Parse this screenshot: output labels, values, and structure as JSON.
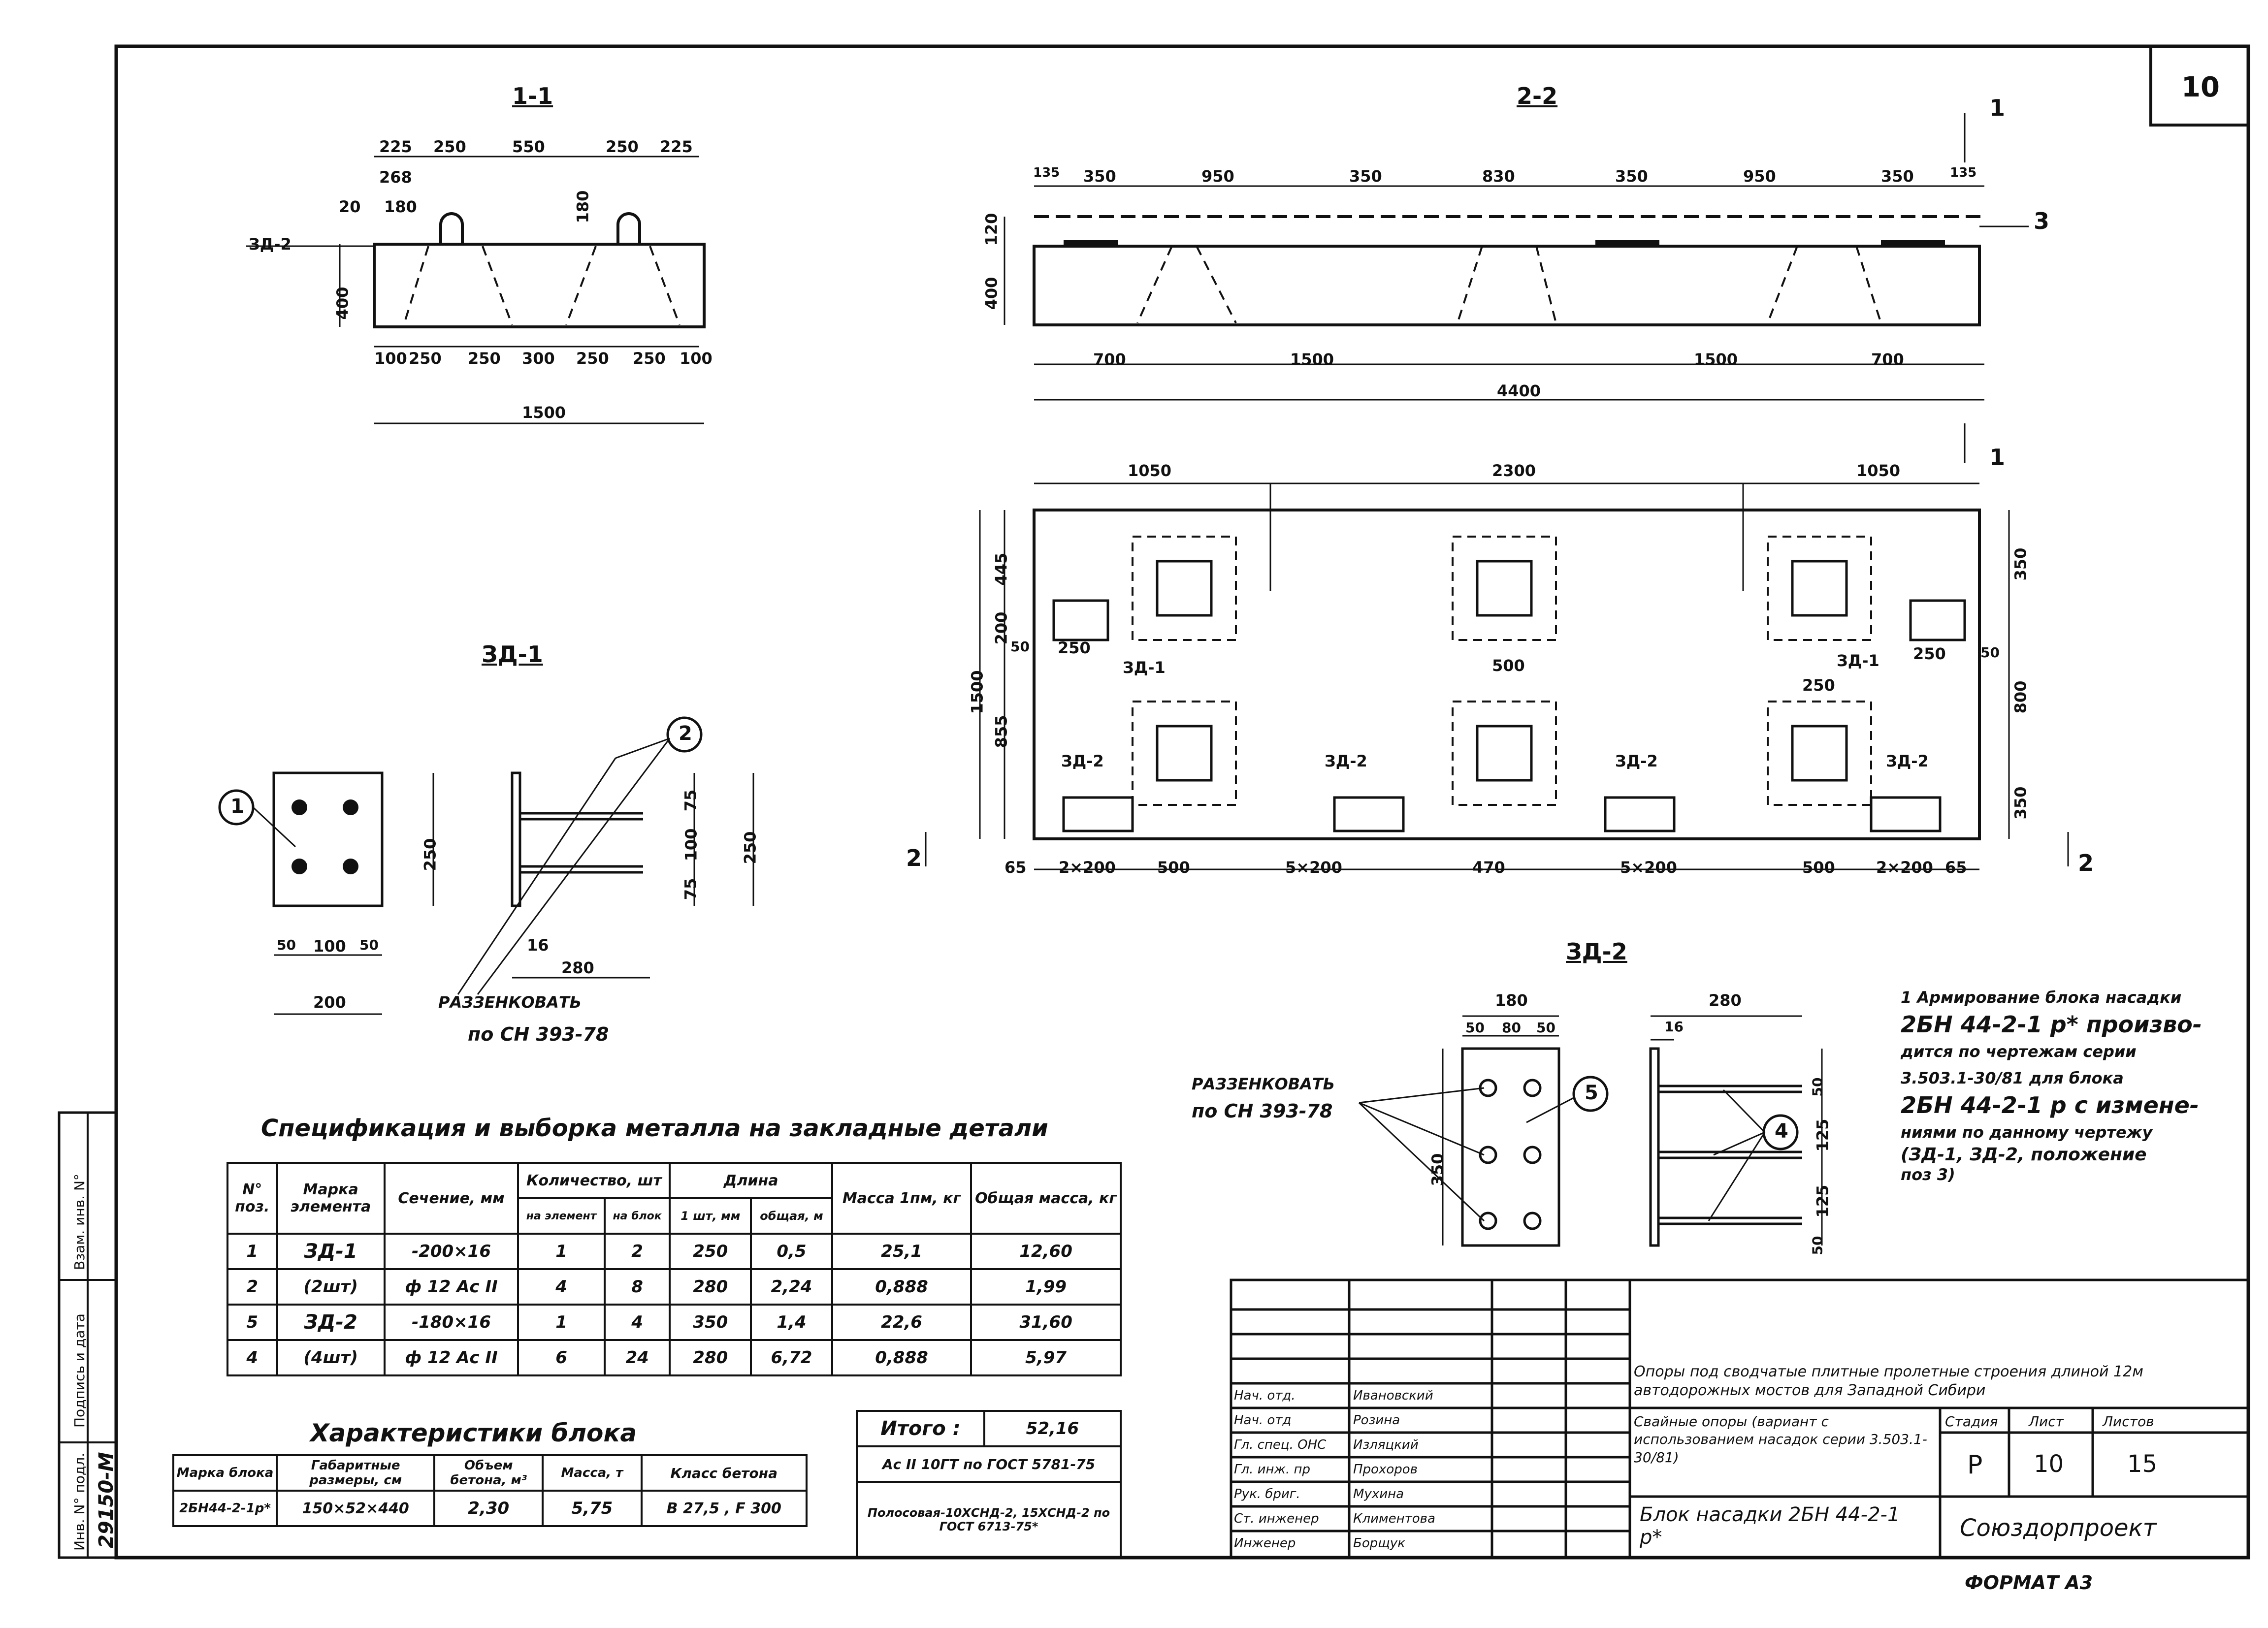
{
  "sheet": {
    "number": "10",
    "format": "ФОРМАТ А3",
    "inventory_no": "29150-М",
    "side_labels": [
      "Инв. N° подл.",
      "Подпись и дата",
      "Взам. инв. N°"
    ]
  },
  "section_1_1": {
    "title": "1-1",
    "top_dims": [
      "225",
      "250",
      "550",
      "250",
      "225"
    ],
    "upper_dims": [
      "268",
      "20",
      "180",
      "180"
    ],
    "mark": "ЗД-2",
    "height": "400",
    "bottom_dims": [
      "100",
      "250",
      "250",
      "300",
      "250",
      "250",
      "100"
    ],
    "total": "1500"
  },
  "section_2_2": {
    "title": "2-2",
    "top_dims": [
      "135",
      "350",
      "950",
      "350",
      "830",
      "350",
      "950",
      "350",
      "135"
    ],
    "heights": [
      "120",
      "400"
    ],
    "bottom_dims": [
      "700",
      "1500",
      "1500",
      "700"
    ],
    "total": "4400",
    "cut_labels": [
      "1",
      "1",
      "3"
    ]
  },
  "plan": {
    "top_dims": [
      "1050",
      "2300",
      "1050"
    ],
    "left_dims": [
      "445",
      "200",
      "855",
      "1500"
    ],
    "right_dims": [
      "350",
      "800",
      "350"
    ],
    "inner_labels": [
      "50",
      "250",
      "ЗД-1",
      "500",
      "250",
      "ЗД-1",
      "250",
      "50"
    ],
    "zd2_labels": [
      "ЗД-2",
      "ЗД-2",
      "ЗД-2",
      "ЗД-2"
    ],
    "bottom_dims": [
      "65",
      "2×200",
      "500",
      "5×200",
      "470",
      "5×200",
      "500",
      "2×200",
      "65"
    ],
    "cut_labels": [
      "2",
      "2"
    ]
  },
  "detail_zd1": {
    "title": "ЗД-1",
    "callout_1": "1",
    "callout_2": "2",
    "plate_dims": [
      "50",
      "100",
      "50"
    ],
    "plate_width": "200",
    "plate_height": "250",
    "side_dims": [
      "75",
      "100",
      "75"
    ],
    "side_total": "250",
    "thickness": "16",
    "length": "280",
    "note_1": "РАЗЗЕНКОВАТЬ",
    "note_2": "по СН 393-78"
  },
  "detail_zd2": {
    "title": "ЗД-2",
    "top_width": "180",
    "top_dims": [
      "50",
      "80",
      "50"
    ],
    "height": "350",
    "callout_5": "5",
    "callout_4": "4",
    "length": "280",
    "thickness": "16",
    "side_dims": [
      "50",
      "125",
      "125",
      "50"
    ],
    "note_1": "РАЗЗЕНКОВАТЬ",
    "note_2": "по СН 393-78"
  },
  "note_text": [
    "1 Армирование блока насадки",
    "2БН 44-2-1 р* произво-",
    "дится по чертежам серии",
    "3.503.1-30/81 для блока",
    "2БН 44-2-1 р с измене-",
    "ниями по данному чертежу",
    "(ЗД-1, ЗД-2, положение",
    "поз 3)"
  ],
  "spec": {
    "title": "Спецификация и выборка металла на закладные детали",
    "headers": {
      "pos": "N° поз.",
      "mark": "Марка элемента",
      "section": "Сечение, мм",
      "qty": "Количество, шт",
      "qty_el": "на элемент",
      "qty_block": "на блок",
      "length": "Длина",
      "len_one": "1 шт, мм",
      "len_total": "общая, м",
      "mass": "Масса 1пм, кг",
      "total_mass": "Общая масса, кг"
    },
    "rows": [
      {
        "pos": "1",
        "mark": "ЗД-1",
        "section": "-200×16",
        "qty_el": "1",
        "qty_block": "2",
        "len_one": "250",
        "len_total": "0,5",
        "mass": "25,1",
        "total_mass": "12,60"
      },
      {
        "pos": "2",
        "mark": "(2шт)",
        "section": "ф 12 Aс II",
        "qty_el": "4",
        "qty_block": "8",
        "len_one": "280",
        "len_total": "2,24",
        "mass": "0,888",
        "total_mass": "1,99"
      },
      {
        "pos": "5",
        "mark": "ЗД-2",
        "section": "-180×16",
        "qty_el": "1",
        "qty_block": "4",
        "len_one": "350",
        "len_total": "1,4",
        "mass": "22,6",
        "total_mass": "31,60"
      },
      {
        "pos": "4",
        "mark": "(4шт)",
        "section": "ф 12 Aс II",
        "qty_el": "6",
        "qty_block": "24",
        "len_one": "280",
        "len_total": "6,72",
        "mass": "0,888",
        "total_mass": "5,97"
      }
    ],
    "total_label": "Итого :",
    "total_value": "52,16",
    "steel_1": "Ас II 10ГТ по ГОСТ 5781-75",
    "steel_2": "Полосовая-10ХСНД-2, 15ХСНД-2 по ГОСТ 6713-75*"
  },
  "block": {
    "title": "Характеристики блока",
    "headers": [
      "Марка блока",
      "Габаритные размеры, см",
      "Объем бетона, м³",
      "Масса, т",
      "Класс бетона"
    ],
    "row": [
      "2БН44-2-1р*",
      "150×52×440",
      "2,30",
      "5,75",
      "В 27,5 , F 300"
    ]
  },
  "stamp": {
    "roles": [
      "Нач. отд.",
      "Нач. отд",
      "Гл. спец. ОНС",
      "Гл. инж. пр",
      "Рук. бриг.",
      "Ст. инженер",
      "Инженер"
    ],
    "names": [
      "Ивановский",
      "Розина",
      "Изляцкий",
      "Прохоров",
      "Мухина",
      "Климентова",
      "Борщук"
    ],
    "dates": [
      "",
      "",
      "",
      "",
      "",
      "",
      ""
    ],
    "project": "Опоры под сводчатые плитные пролетные строения длиной 12м автодорожных мостов для Западной Сибири",
    "subproject": "Свайные опоры (вариант с использованием насадок серии 3.503.1-30/81)",
    "drawing": "Блок насадки 2БН 44-2-1 р*",
    "stage_label": "Стадия",
    "sheet_label": "Лист",
    "sheets_label": "Листов",
    "stage": "Р",
    "sheet": "10",
    "sheets": "15",
    "org": "Союздорпроект"
  }
}
